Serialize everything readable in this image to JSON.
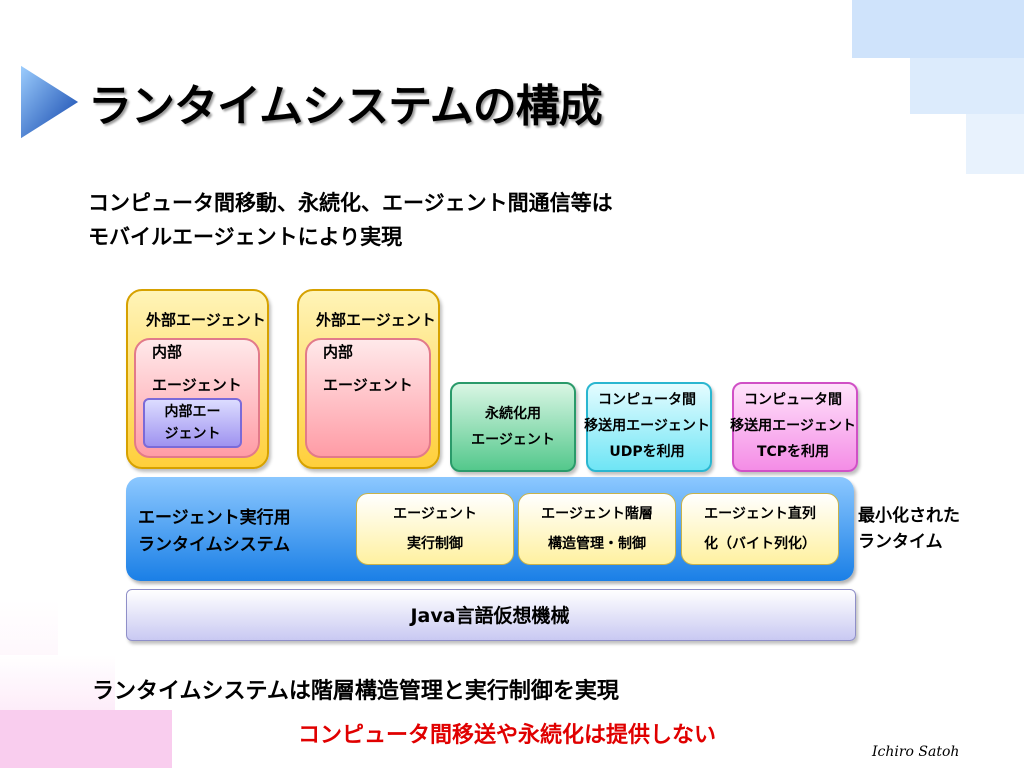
{
  "slide": {
    "title": "ランタイムシステムの構成",
    "intro_lines": [
      "コンピュータ間移動、永続化、エージェント間通信等は",
      "モバイルエージェントにより実現"
    ],
    "author": "Ichiro Satoh",
    "colors": {
      "accent_red": "#e00000",
      "runtime_blue": "#1a7fe6",
      "agent_yellow": "#ffcf3b"
    }
  },
  "diagram": {
    "external_agent_1": {
      "label": "外部エージェント",
      "internal": {
        "line1": "内部",
        "line2": "エージェント"
      },
      "inner": {
        "line1": "内部エー",
        "line2": "ジェント"
      }
    },
    "external_agent_2": {
      "label": "外部エージェント",
      "internal": {
        "line1": "内部",
        "line2": "エージェント"
      }
    },
    "persistence_agent": {
      "line1": "永続化用",
      "line2": "エージェント"
    },
    "udp_agent": {
      "line1": "コンピュータ間",
      "line2": "移送用エージェント",
      "line3": "UDPを利用"
    },
    "tcp_agent": {
      "line1": "コンピュータ間",
      "line2": "移送用エージェント",
      "line3": "TCPを利用"
    },
    "runtime": {
      "label_line1": "エージェント実行用",
      "label_line2": "ランタイムシステム",
      "cells": [
        {
          "line1": "エージェント",
          "line2": "実行制御"
        },
        {
          "line1": "エージェント階層",
          "line2": "構造管理・制御"
        },
        {
          "line1": "エージェント直列",
          "line2": "化（バイト列化）"
        }
      ],
      "side_note_line1": "最小化された",
      "side_note_line2": "ランタイム"
    },
    "jvm_label": "Java言語仮想機械"
  },
  "footer": {
    "line1": "ランタイムシステムは階層構造管理と実行制御を実現",
    "line2": "コンピュータ間移送や永続化は提供しない"
  }
}
